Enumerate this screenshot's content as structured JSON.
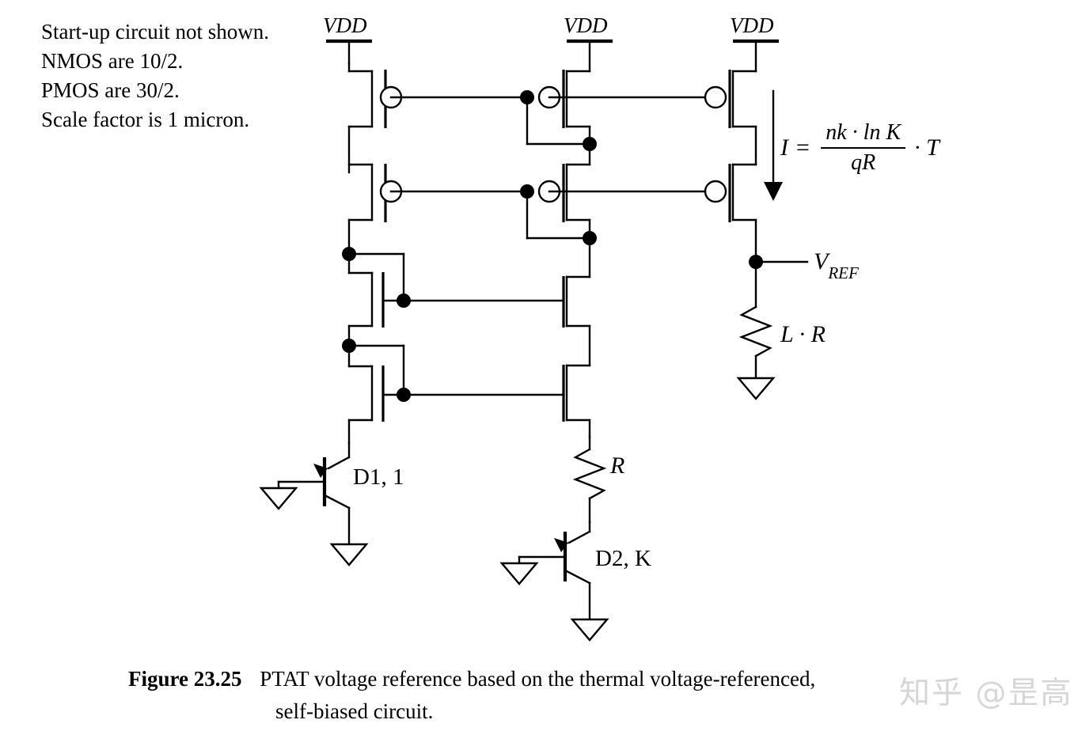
{
  "figure": {
    "notes": [
      "Start-up circuit not shown.",
      "NMOS are 10/2.",
      "PMOS are 30/2.",
      "Scale factor is 1 micron."
    ],
    "supply_labels": [
      "VDD",
      "VDD",
      "VDD"
    ],
    "equation": {
      "lhs": "I",
      "equals": "=",
      "numerator": "nk · ln K",
      "denominator": "qR",
      "multiplier": "· T",
      "full": "I = (nk · ln K) / (qR) · T"
    },
    "node_labels": {
      "vref": "V",
      "vref_subscript": "REF",
      "load_resistor": "L · R",
      "branch_resistor": "R"
    },
    "devices": {
      "bjt_left": "D1, 1",
      "bjt_right": "D2, K"
    },
    "caption": {
      "number": "Figure 23.25",
      "line1": "PTAT voltage reference based on the thermal voltage-referenced,",
      "line2": "self-biased circuit."
    },
    "watermark": "知乎 @昰高",
    "colors": {
      "ink": "#000000",
      "background": "#ffffff",
      "watermark": "#d6d6d6"
    }
  }
}
